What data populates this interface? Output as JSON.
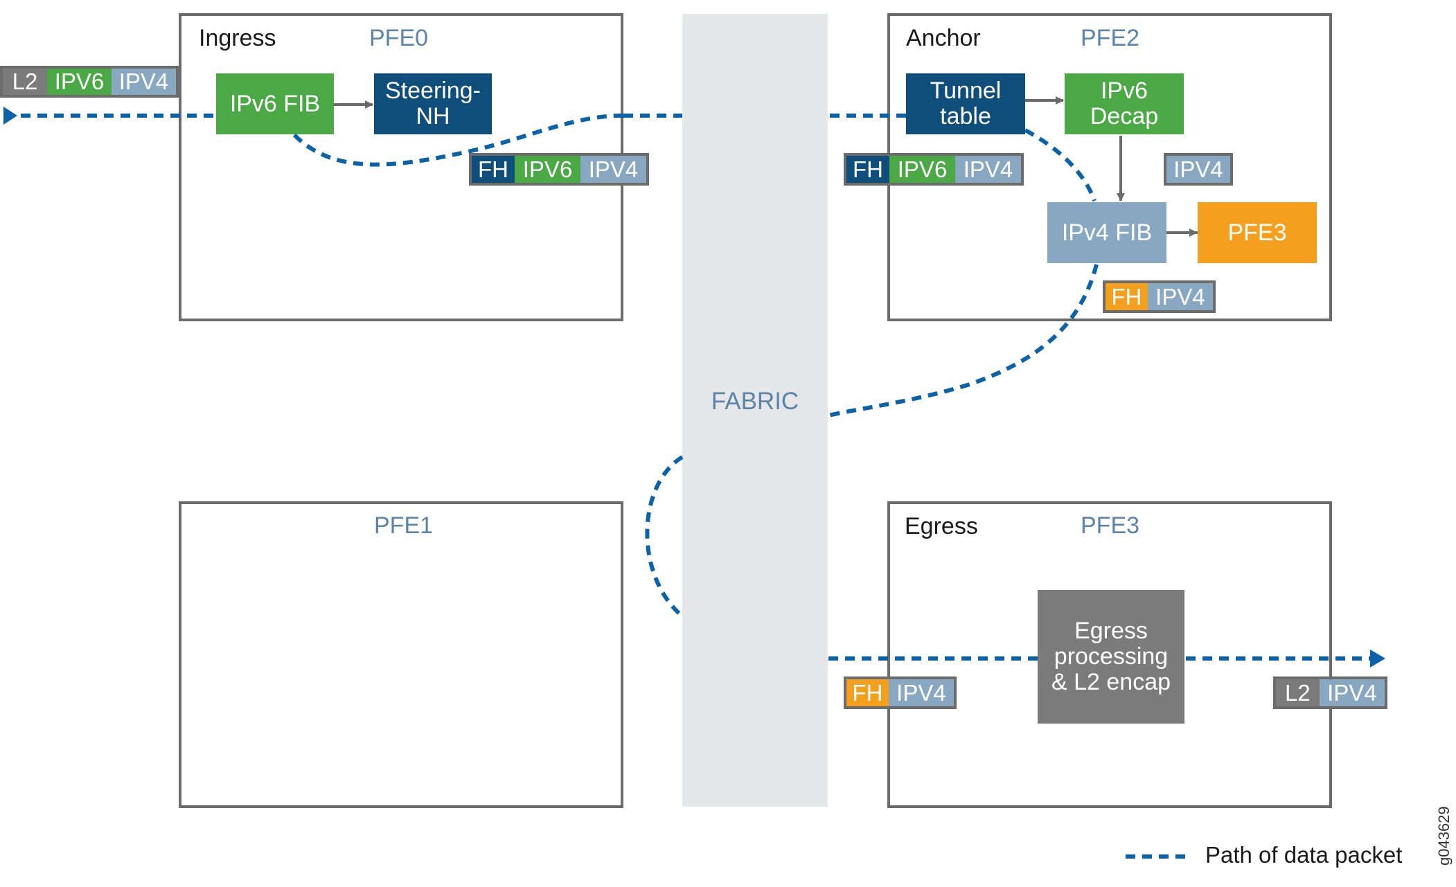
{
  "colors": {
    "path": "#0b62a8",
    "box_border": "#6b6b6b",
    "fabric": "#e6e7e8",
    "green": "#4aa845",
    "navy": "#0f4d7b",
    "steel": "#88a8c2",
    "orange": "#f4a01e",
    "gray": "#7b7b7b",
    "label_blue": "#5b84a8"
  },
  "pfe0": {
    "role": "Ingress",
    "name": "PFE0"
  },
  "pfe1": {
    "name": "PFE1"
  },
  "pfe2": {
    "role": "Anchor",
    "name": "PFE2"
  },
  "pfe3": {
    "role": "Egress",
    "name": "PFE3"
  },
  "fabric": {
    "label": "FABRIC"
  },
  "blocks": {
    "ipv6_fib": "IPv6 FIB",
    "steering_nh_1": "Steering-",
    "steering_nh_2": "NH",
    "tunnel_table_1": "Tunnel",
    "tunnel_table_2": "table",
    "ipv6_decap_1": "IPv6",
    "ipv6_decap_2": "Decap",
    "ipv4_fib": "IPv4 FIB",
    "pfe3_target": "PFE3",
    "egress_1": "Egress",
    "egress_2": "processing",
    "egress_3": "& L2 encap"
  },
  "packets": {
    "input": [
      "L2",
      "IPV6",
      "IPV4"
    ],
    "after_steering": [
      "FH",
      "IPV6",
      "IPV4"
    ],
    "anchor_in": [
      "FH",
      "IPV6",
      "IPV4"
    ],
    "after_decap": [
      "IPV4"
    ],
    "after_ipv4_fib": [
      "FH",
      "IPV4"
    ],
    "egress_in": [
      "FH",
      "IPV4"
    ],
    "output": [
      "L2",
      "IPV4"
    ]
  },
  "legend": {
    "label": "Path of data packet"
  },
  "figure_id": "g043629"
}
